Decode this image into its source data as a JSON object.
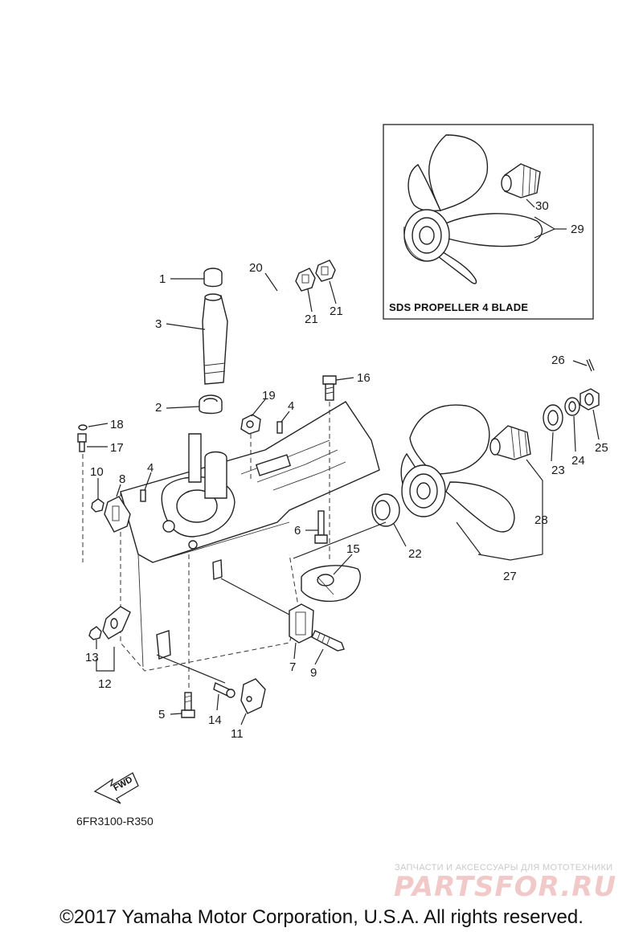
{
  "inset": {
    "title": "SDS PROPELLER 4 BLADE",
    "callouts": [
      "30",
      "29"
    ]
  },
  "callouts": {
    "c1": "1",
    "c2": "2",
    "c3": "3",
    "c4a": "4",
    "c4b": "4",
    "c5": "5",
    "c6": "6",
    "c7": "7",
    "c8": "8",
    "c9": "9",
    "c10": "10",
    "c11": "11",
    "c12": "12",
    "c13": "13",
    "c14": "14",
    "c15": "15",
    "c16": "16",
    "c17": "17",
    "c18": "18",
    "c19": "19",
    "c20": "20",
    "c21a": "21",
    "c21b": "21",
    "c22": "22",
    "c23": "23",
    "c24": "24",
    "c25": "25",
    "c26": "26",
    "c27": "27",
    "c28": "28",
    "c29": "29",
    "c30": "30"
  },
  "fwd_label": "FWD",
  "diagram_code": "6FR3100-R350",
  "watermark": {
    "tagline": "ЗАПЧАСТИ И АКСЕССУАРЫ ДЛЯ МОТОТЕХНИКИ",
    "brand": "PARTSFOR.RU"
  },
  "copyright": "©2017 Yamaha Motor Corporation, U.S.A. All rights reserved."
}
